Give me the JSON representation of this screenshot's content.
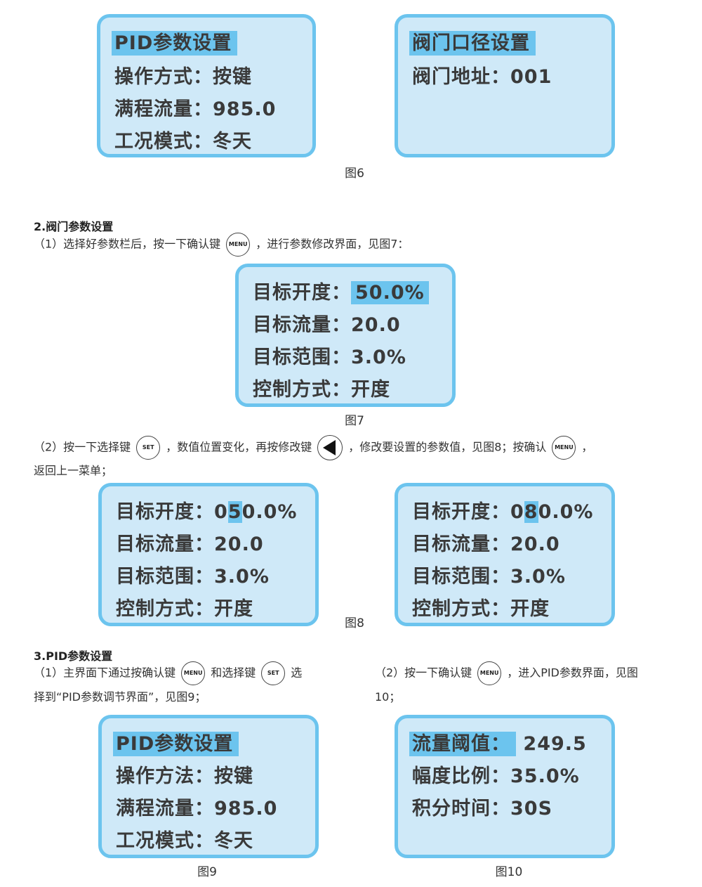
{
  "fig6": {
    "left": {
      "title": "PID参数设置",
      "row1": "操作方式：按键",
      "row2": "满程流量：985.0",
      "row3": "工况模式：冬天"
    },
    "right": {
      "title": "阀门口径设置",
      "row1": "阀门地址：001"
    },
    "caption": "图6"
  },
  "section2": {
    "heading": "2.阀门参数设置",
    "step1_pre": "（1）选择好参数栏后，按一下确认键",
    "step1_post": "，进行参数修改界面，见图7：",
    "step2_a": "（2）按一下选择键",
    "step2_b": "，数值位置变化，再按修改键",
    "step2_c": "，修改要设置的参数值，见图8；按确认",
    "step2_d": "，",
    "step2_line2": "返回上一菜单；"
  },
  "keys": {
    "menu": "MENU",
    "set": "SET"
  },
  "fig7": {
    "label1": "目标开度：",
    "value1": "50.0%",
    "row2": "目标流量：20.0",
    "row3": "目标范围：3.0%",
    "row4": "控制方式：开度",
    "caption": "图7"
  },
  "fig8": {
    "left": {
      "label1": "目标开度：",
      "v_pre": "0",
      "v_cur": "5",
      "v_post": "0.0%",
      "row2": "目标流量：20.0",
      "row3": "目标范围：3.0%",
      "row4": "控制方式：开度"
    },
    "right": {
      "label1": "目标开度：",
      "v_pre": "0",
      "v_cur": "8",
      "v_post": "0.0%",
      "row2": "目标流量：20.0",
      "row3": "目标范围：3.0%",
      "row4": "控制方式：开度"
    },
    "caption": "图8"
  },
  "section3": {
    "heading": "3.PID参数设置",
    "s1_a": "（1）主界面下通过按确认键",
    "s1_b": "和选择键",
    "s1_c": "选",
    "s1_line2": "择到“PID参数调节界面”，见图9；",
    "s2_a": "（2）按一下确认键",
    "s2_b": "，进入PID参数界面，见图",
    "s2_line2": "10；"
  },
  "fig9": {
    "title": "PID参数设置",
    "row1": "操作方法：按键",
    "row2": "满程流量：985.0",
    "row3": "工况模式：冬天",
    "caption": "图9"
  },
  "fig10": {
    "label1": "流量阈值：",
    "value1": "249.5",
    "row2": "幅度比例：35.0%",
    "row3": "积分时间：30S",
    "caption": "图10"
  }
}
